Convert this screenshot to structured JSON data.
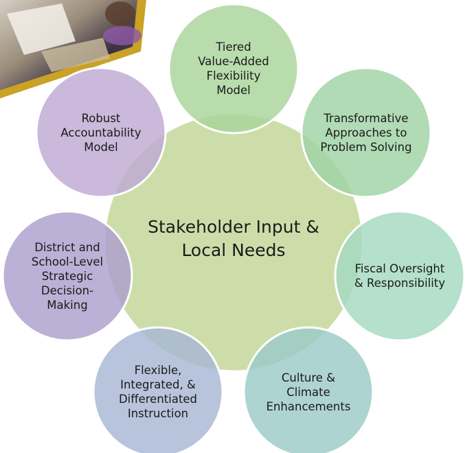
{
  "diagram": {
    "center": {
      "text": "Stakeholder Input &\nLocal Needs",
      "color": "#c8d9a0"
    },
    "nodes": [
      {
        "id": "tiered",
        "text": "Tiered\nValue-Added\nFlexibility\nModel",
        "color": "#a9d49b"
      },
      {
        "id": "transformative",
        "text": "Transformative\nApproaches to\nProblem Solving",
        "color": "#9fd3a3"
      },
      {
        "id": "fiscal",
        "text": "Fiscal Oversight\n& Responsibility",
        "color": "#a5d9c0"
      },
      {
        "id": "culture",
        "text": "Culture &\nClimate\nEnhancements",
        "color": "#9ccac8"
      },
      {
        "id": "flexible",
        "text": "Flexible,\nIntegrated, &\nDifferentiated\nInstruction",
        "color": "#a7b7d3"
      },
      {
        "id": "district",
        "text": "District and\nSchool-Level\nStrategic\nDecision-\nMaking",
        "color": "#ac9fcc"
      },
      {
        "id": "robust",
        "text": "Robust\nAccountability\nModel",
        "color": "#bea9d3"
      }
    ],
    "photo": {
      "description_icon": "classroom-photo",
      "frame_color": "#c9a226"
    }
  }
}
